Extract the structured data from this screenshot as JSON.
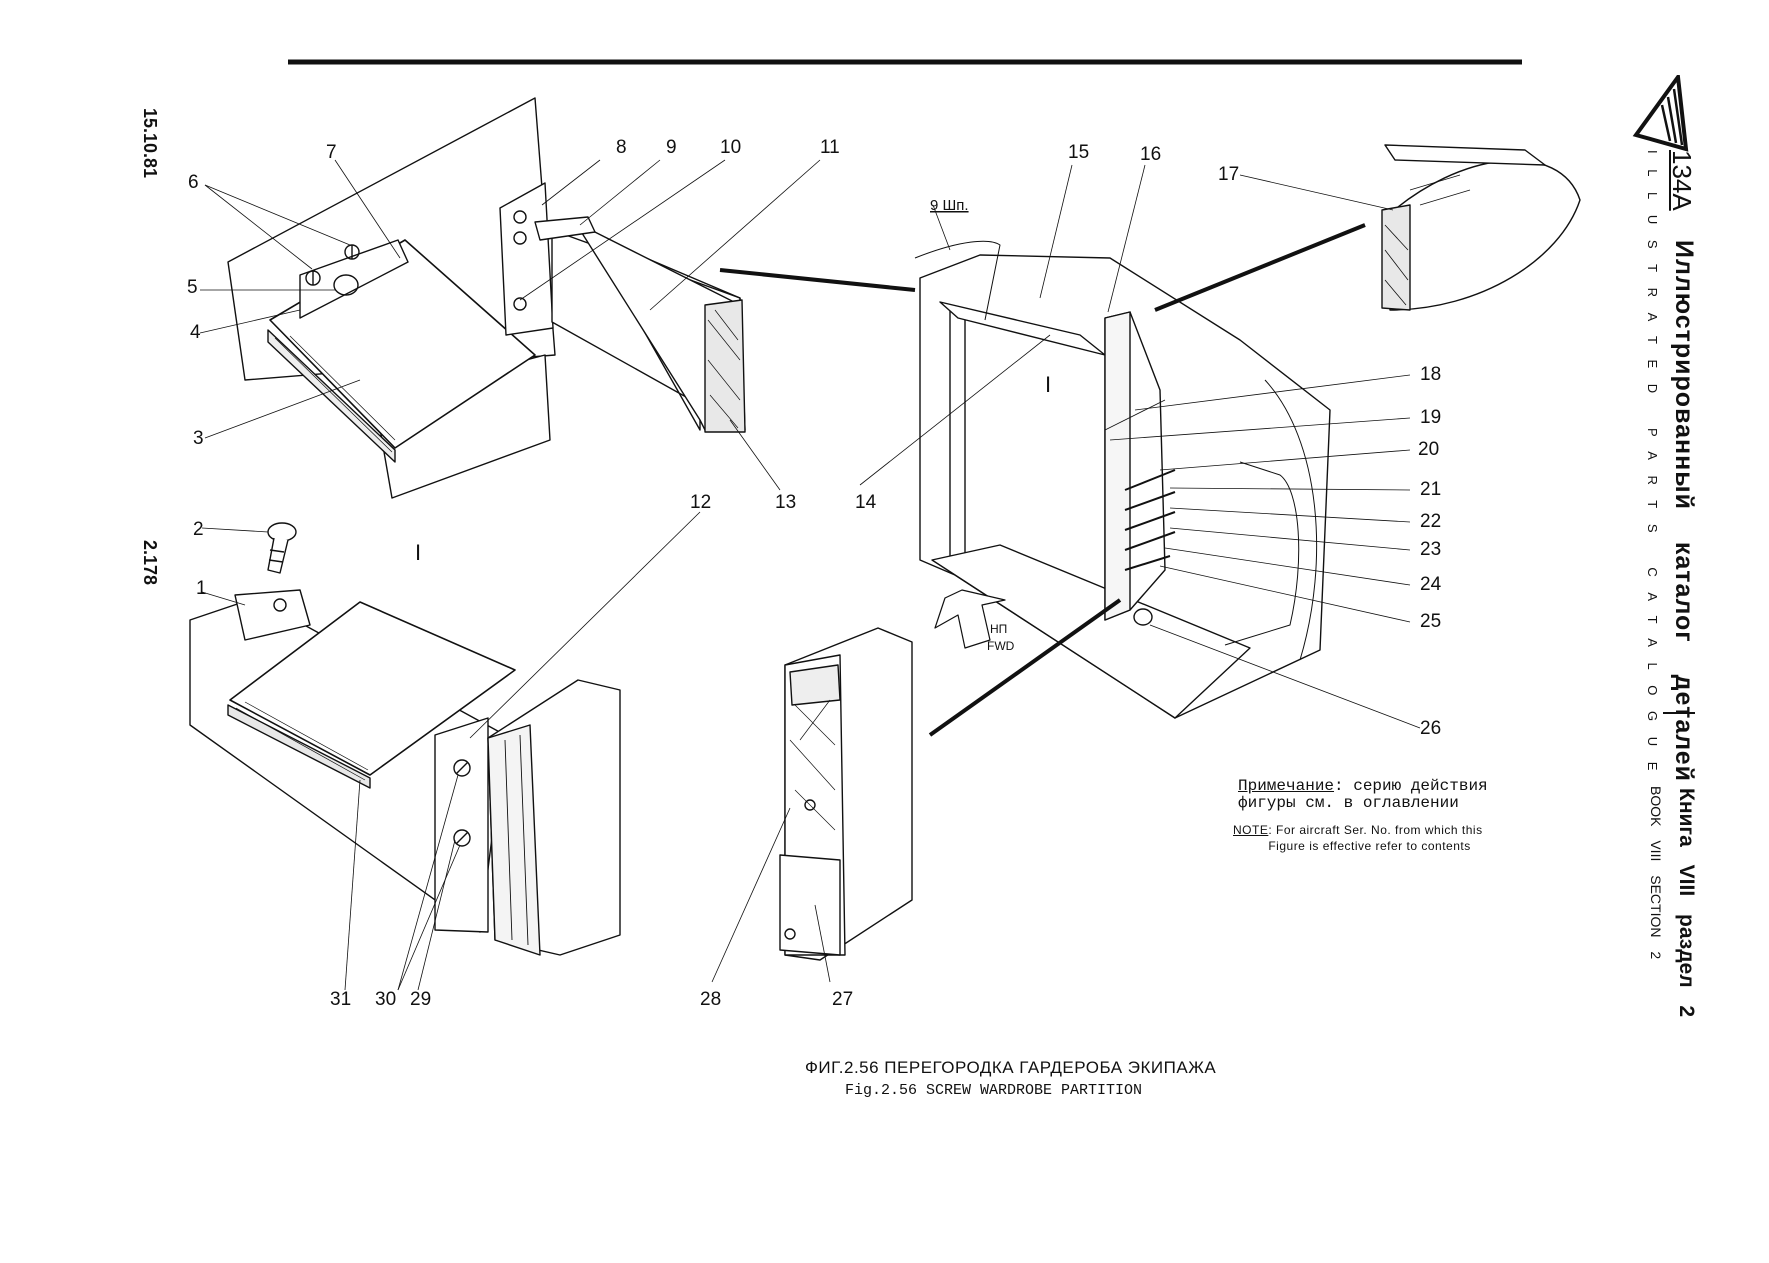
{
  "header": {
    "date": "15.10.81",
    "page_number": "2.178"
  },
  "sidebar": {
    "model": "134A",
    "title_ru": "Иллюстрированный каталог деталей",
    "title_en": "ILLUSTRATED PARTS CATALOGUE",
    "book_ru": "Книга VIII раздел 2",
    "book_en": "BOOK VIII SECTION 2",
    "logo": "tupolev-triangle-logo"
  },
  "diagram": {
    "callouts": [
      "1",
      "2",
      "3",
      "4",
      "5",
      "6",
      "7",
      "8",
      "9",
      "10",
      "11",
      "12",
      "13",
      "14",
      "15",
      "16",
      "17",
      "18",
      "19",
      "20",
      "21",
      "22",
      "23",
      "24",
      "25",
      "26",
      "27",
      "28",
      "29",
      "30",
      "31"
    ],
    "view_markers": [
      "I",
      "I"
    ],
    "frame_label": "9 Шп.",
    "direction_label_ru": "НП",
    "direction_label_en": "FWD"
  },
  "note": {
    "ru_label": "Примечание",
    "ru_line1": ": серию действия",
    "ru_line2": "фигуры см. в оглавлении",
    "en_label": "NOTE",
    "en_text": ": For aircraft Ser. No. from which this Figure is effective refer to contents"
  },
  "caption": {
    "ru": "ФИГ.2.56 ПЕРЕГОРОДКА ГАРДЕРОБА ЭКИПАЖА",
    "en": "Fig.2.56  SCREW WARDROBE PARTITION"
  }
}
